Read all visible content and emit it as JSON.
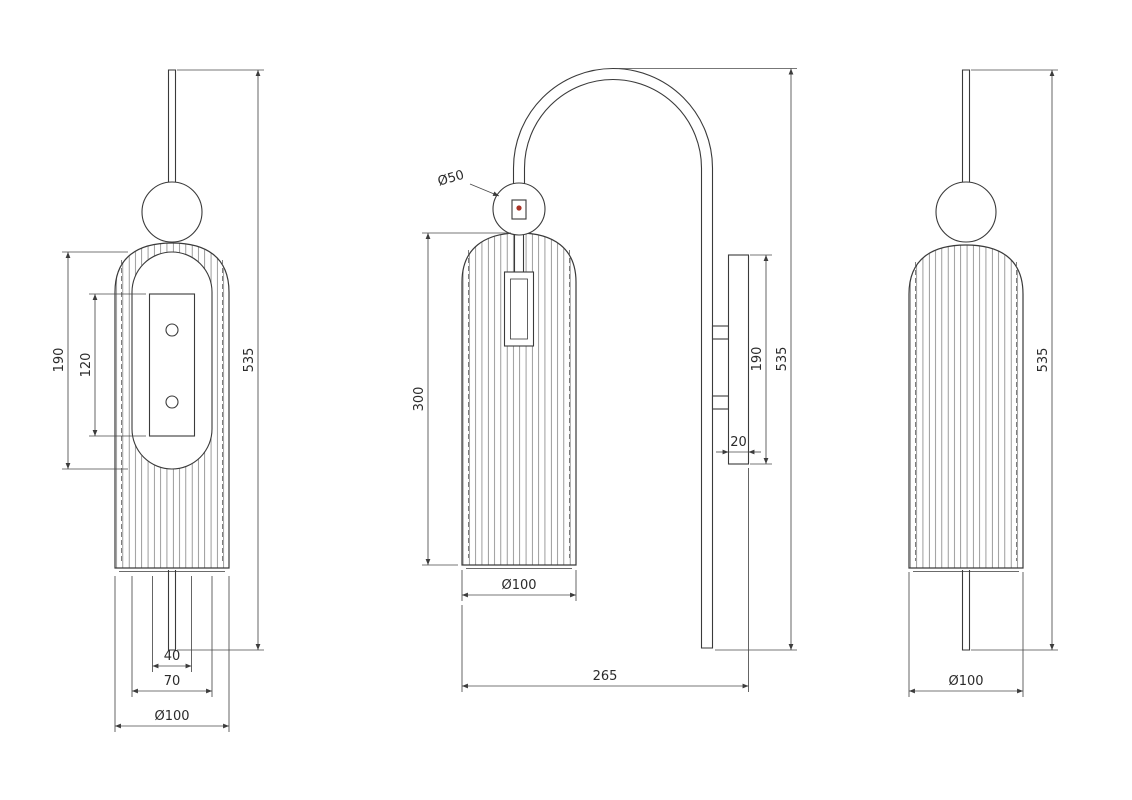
{
  "views": {
    "front": {
      "plate_height": "190",
      "box_height": "120",
      "overall_height": "535",
      "box_width": "40",
      "plate_width": "70",
      "shade_diameter": "Ø100"
    },
    "side": {
      "sphere_diameter": "Ø50",
      "shade_height": "300",
      "wallplate_height": "190",
      "wallplate_depth": "20",
      "overall_height": "535",
      "shade_diameter": "Ø100",
      "overall_projection": "265"
    },
    "rear": {
      "overall_height": "535",
      "shade_diameter": "Ø100"
    }
  },
  "colors": {
    "line": "#3a3a3a",
    "dimension": "#4a4a4a",
    "accent_dot": "#a93226",
    "background": "#ffffff"
  }
}
